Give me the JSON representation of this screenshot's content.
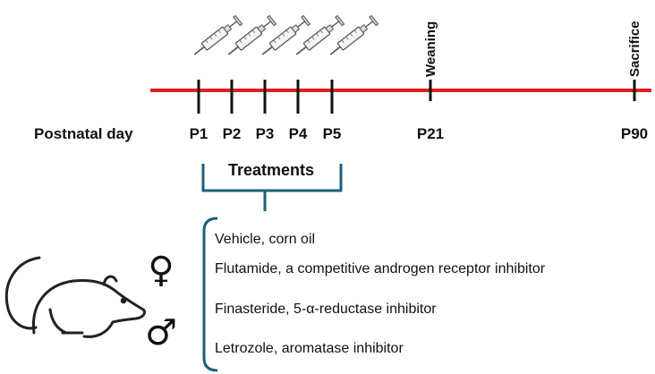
{
  "timeline": {
    "axis_label": "Postnatal day",
    "treatment_days": [
      "P1",
      "P2",
      "P3",
      "P4",
      "P5"
    ],
    "weaning": {
      "day": "P21",
      "event": "Weaning"
    },
    "sacrifice": {
      "day": "P90",
      "event": "Sacrifice"
    },
    "line_color": "#e02020"
  },
  "treatments": {
    "title": "Treatments",
    "bracket_color": "#1f5f7a",
    "items": [
      "Vehicle, corn oil",
      "Flutamide, a competitive androgen receptor inhibitor",
      "Finasteride, 5-α-reductase inhibitor",
      "Letrozole, aromatase inhibitor"
    ]
  },
  "symbols": {
    "female": "♀",
    "male": "♂",
    "animal_icon": "rat-icon",
    "injection_icon": "syringe-icon"
  }
}
